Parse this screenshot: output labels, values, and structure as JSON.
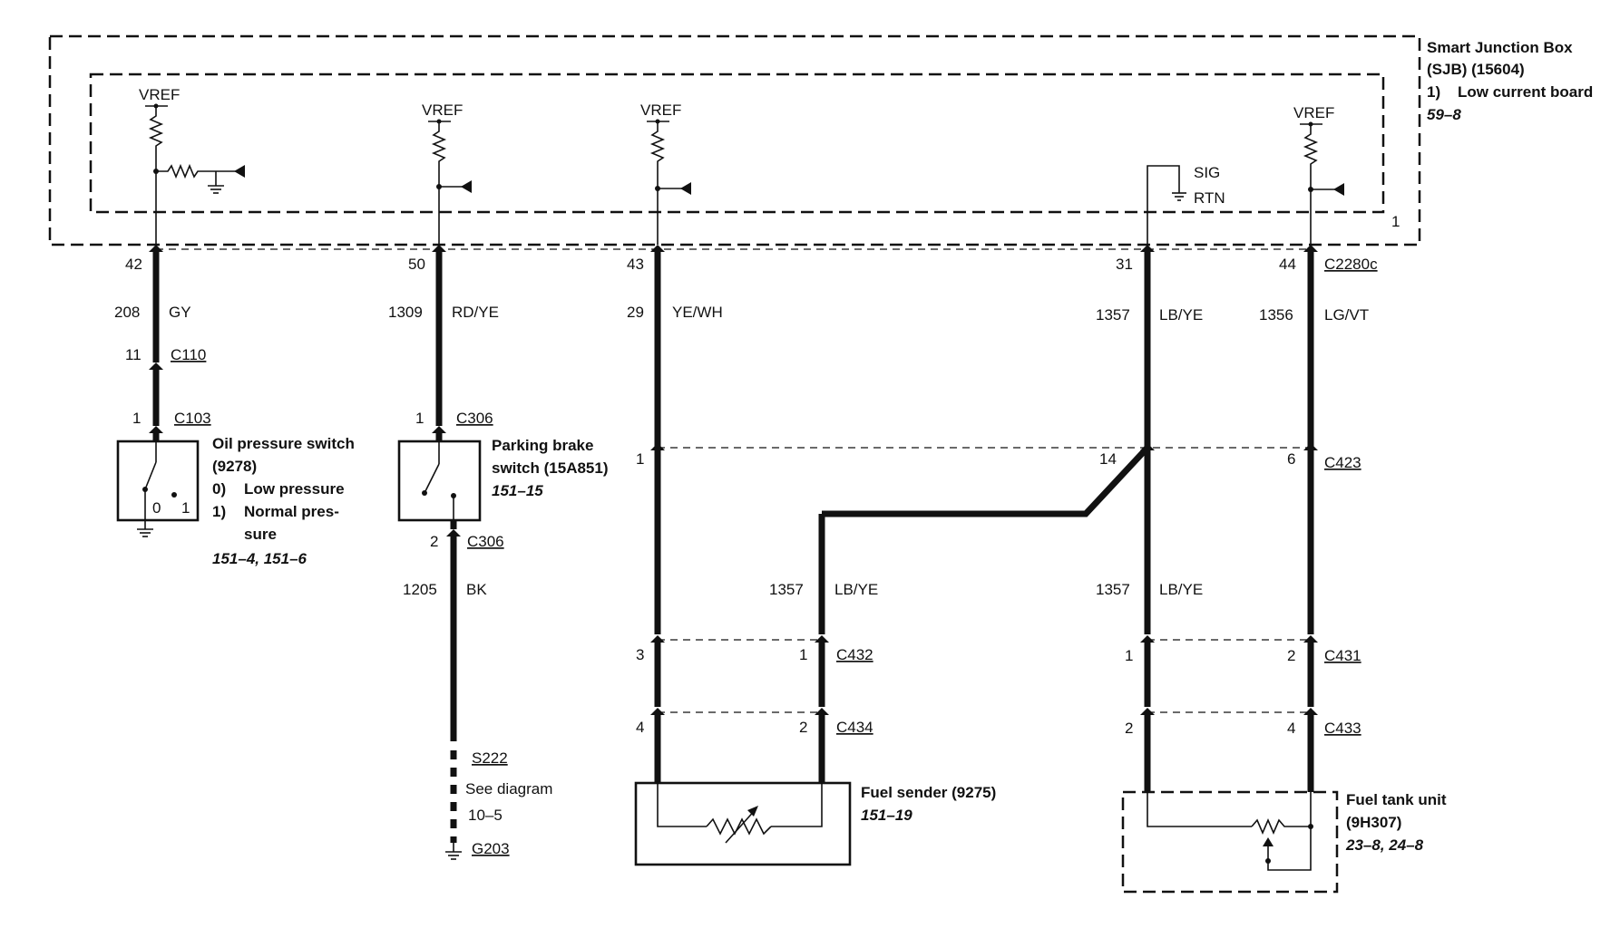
{
  "sjb": {
    "title": "Smart Junction Box",
    "part": "(SJB) (15604)",
    "state_num": "1)",
    "state_label": "Low current board",
    "ref": "59–8",
    "inner_index": "1",
    "sig": "SIG",
    "rtn": "RTN"
  },
  "vref": "VREF",
  "circuits": [
    {
      "id": "c1",
      "pin": "42",
      "circuit": "208",
      "color": "GY"
    },
    {
      "id": "c2",
      "pin": "50",
      "circuit": "1309",
      "color": "RD/YE"
    },
    {
      "id": "c3",
      "pin": "43",
      "circuit": "29",
      "color": "YE/WH"
    },
    {
      "id": "c4",
      "pin": "31",
      "circuit": "1357",
      "color": "LB/YE"
    },
    {
      "id": "c5",
      "pin": "44",
      "circuit": "1356",
      "color": "LG/VT"
    }
  ],
  "connector_sjb": "C2280c",
  "c110": {
    "pin": "11",
    "name": "C110"
  },
  "c103": {
    "pin": "1",
    "name": "C103"
  },
  "oil_switch": {
    "name": "Oil pressure switch",
    "part": "(9278)",
    "s0_num": "0)",
    "s0_label": "Low pressure",
    "s1_num": "1)",
    "s1_label_a": "Normal pres-",
    "s1_label_b": "sure",
    "ref": "151–4, 151–6",
    "pos0": "0",
    "pos1": "1"
  },
  "c306_top": {
    "pin": "1",
    "name": "C306"
  },
  "brake_switch": {
    "name_a": "Parking brake",
    "name_b": "switch (15A851)",
    "ref": "151–15"
  },
  "c306_bot": {
    "pin": "2",
    "name": "C306"
  },
  "ground_wire": {
    "circuit": "1205",
    "color": "BK"
  },
  "s222": {
    "name": "S222",
    "see": "See diagram",
    "ref": "10–5"
  },
  "g203": "G203",
  "c423": {
    "pin_left": "1",
    "pin_mid": "14",
    "pin_right": "6",
    "name": "C423"
  },
  "lower_wires": {
    "left_circuit": "1357",
    "left_color": "LB/YE",
    "right_circuit": "1357",
    "right_color": "LB/YE"
  },
  "c432": {
    "pin_a": "3",
    "pin_b": "1",
    "name": "C432"
  },
  "c434": {
    "pin_a": "4",
    "pin_b": "2",
    "name": "C434"
  },
  "c431": {
    "pin_a": "1",
    "pin_b": "2",
    "name": "C431"
  },
  "c433": {
    "pin_a": "2",
    "pin_b": "4",
    "name": "C433"
  },
  "fuel_sender": {
    "name": "Fuel sender (9275)",
    "ref": "151–19"
  },
  "fuel_tank": {
    "name": "Fuel tank unit",
    "part": "(9H307)",
    "ref": "23–8, 24–8"
  }
}
